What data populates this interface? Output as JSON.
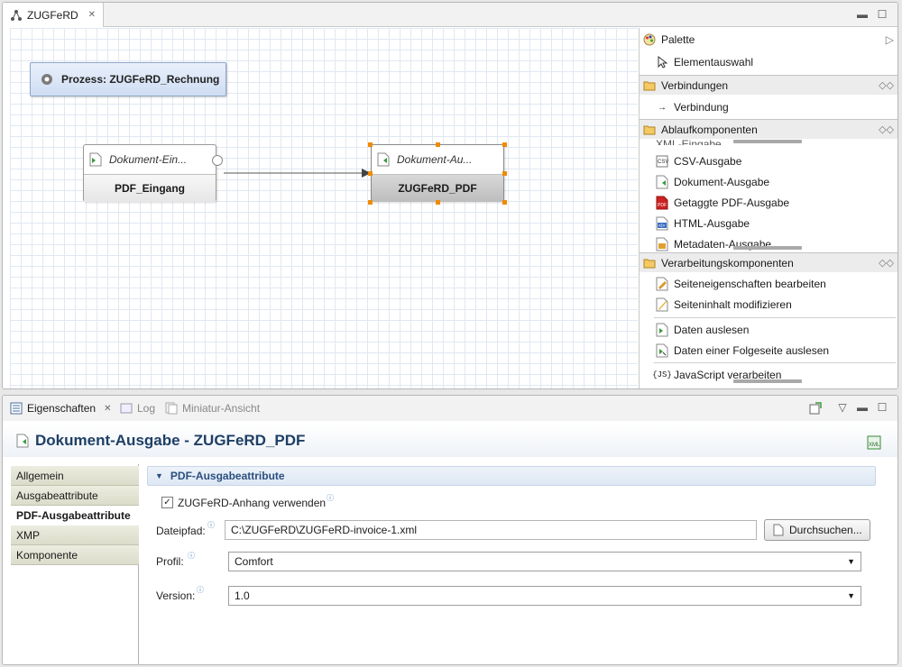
{
  "editor": {
    "tab_label": "ZUGFeRD",
    "process_label": "Prozess: ZUGFeRD_Rechnung",
    "nodes": [
      {
        "type_label": "Dokument-Ein...",
        "name": "PDF_Eingang"
      },
      {
        "type_label": "Dokument-Au...",
        "name": "ZUGFeRD_PDF"
      }
    ]
  },
  "palette": {
    "title": "Palette",
    "selection_tool": "Elementauswahl",
    "groups": {
      "connections": {
        "label": "Verbindungen",
        "items": [
          "Verbindung"
        ]
      },
      "flow": {
        "label": "Ablaufkomponenten",
        "clipped_item": "XML-Eingabe",
        "items": [
          "CSV-Ausgabe",
          "Dokument-Ausgabe",
          "Getaggte PDF-Ausgabe",
          "HTML-Ausgabe",
          "Metadaten-Ausgabe"
        ]
      },
      "processing": {
        "label": "Verarbeitungskomponenten",
        "items": [
          "Seiteneigenschaften bearbeiten",
          "Seiteninhalt modifizieren",
          "Daten auslesen",
          "Daten einer Folgeseite auslesen",
          "JavaScript verarbeiten"
        ]
      }
    }
  },
  "props": {
    "tabs": [
      "Eigenschaften",
      "Log",
      "Miniatur-Ansicht"
    ],
    "title": "Dokument-Ausgabe - ZUGFeRD_PDF",
    "sidebar": [
      "Allgemein",
      "Ausgabeattribute",
      "PDF-Ausgabeattribute",
      "XMP",
      "Komponente"
    ],
    "section_title": "PDF-Ausgabeattribute",
    "checkbox_label": "ZUGFeRD-Anhang verwenden",
    "checkbox_checked": true,
    "path_label": "Dateipfad:",
    "path_value": "C:\\ZUGFeRD\\ZUGFeRD-invoice-1.xml",
    "browse_label": "Durchsuchen...",
    "profile_label": "Profil:",
    "profile_value": "Comfort",
    "version_label": "Version:",
    "version_value": "1.0"
  }
}
